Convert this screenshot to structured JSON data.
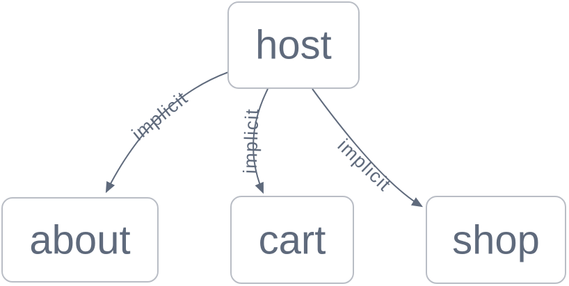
{
  "diagram": {
    "type": "dependency-graph",
    "background_color": "#ffffff",
    "node_fill_color": "#ffffff",
    "node_border_color": "#b9bdc5",
    "node_text_color": "#5f6a7c",
    "edge_color": "#5f6a7c",
    "edge_label_color": "#5f6a7c",
    "nodes": [
      {
        "id": "host",
        "label": "host"
      },
      {
        "id": "about",
        "label": "about"
      },
      {
        "id": "cart",
        "label": "cart"
      },
      {
        "id": "shop",
        "label": "shop"
      }
    ],
    "edges": [
      {
        "from": "host",
        "to": "about",
        "label": "implicit"
      },
      {
        "from": "host",
        "to": "cart",
        "label": "implicit"
      },
      {
        "from": "host",
        "to": "shop",
        "label": "implicit"
      }
    ]
  }
}
